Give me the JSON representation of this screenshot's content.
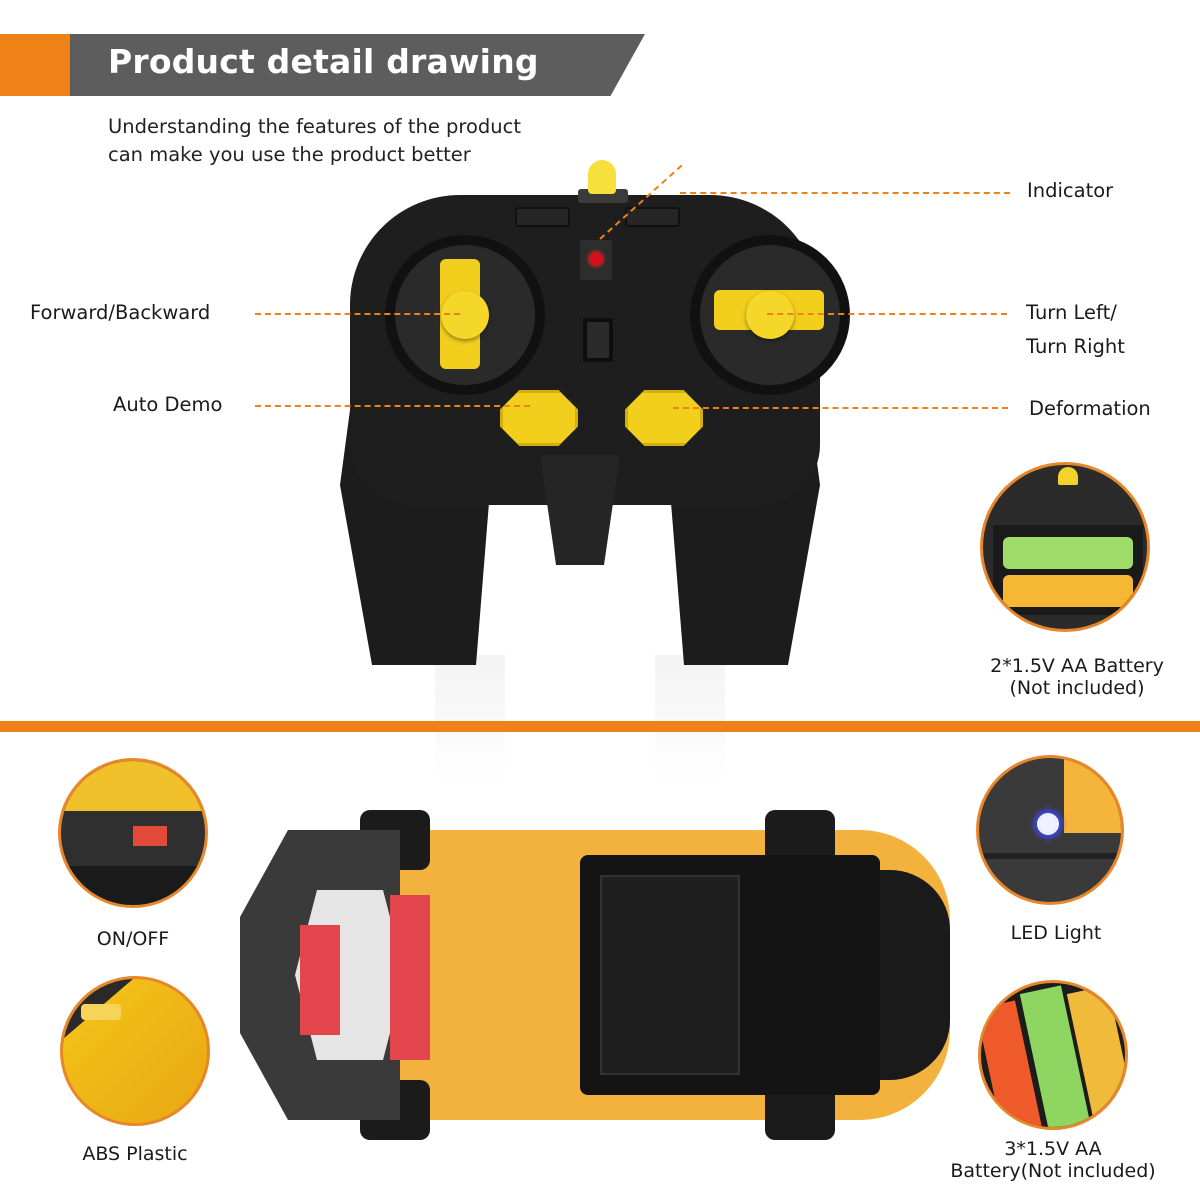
{
  "header": {
    "title": "Product detail drawing",
    "subtitle_line1": "Understanding the features of the product",
    "subtitle_line2": "can make you use the product better"
  },
  "remote_controller": {
    "callouts": {
      "indicator": "Indicator",
      "forward_backward": "Forward/Backward",
      "turn_line1": "Turn Left/",
      "turn_line2": "Turn Right",
      "auto_demo": "Auto Demo",
      "deformation": "Deformation"
    },
    "battery_inset": {
      "line1": "2*1.5V AA Battery",
      "line2": "(Not included)"
    }
  },
  "car": {
    "insets": {
      "on_off": "ON/OFF",
      "abs_plastic": "ABS Plastic",
      "led_light": "LED Light",
      "battery_line1": "3*1.5V AA",
      "battery_line2": "Battery(Not included)"
    }
  },
  "colors": {
    "accent_orange": "#ee8216",
    "banner_gray": "#5d5d5d",
    "button_yellow": "#f2cf1d",
    "body_black": "#1e1e1e",
    "indicator_red": "#d0101a",
    "led_blue": "#3a4bff"
  }
}
